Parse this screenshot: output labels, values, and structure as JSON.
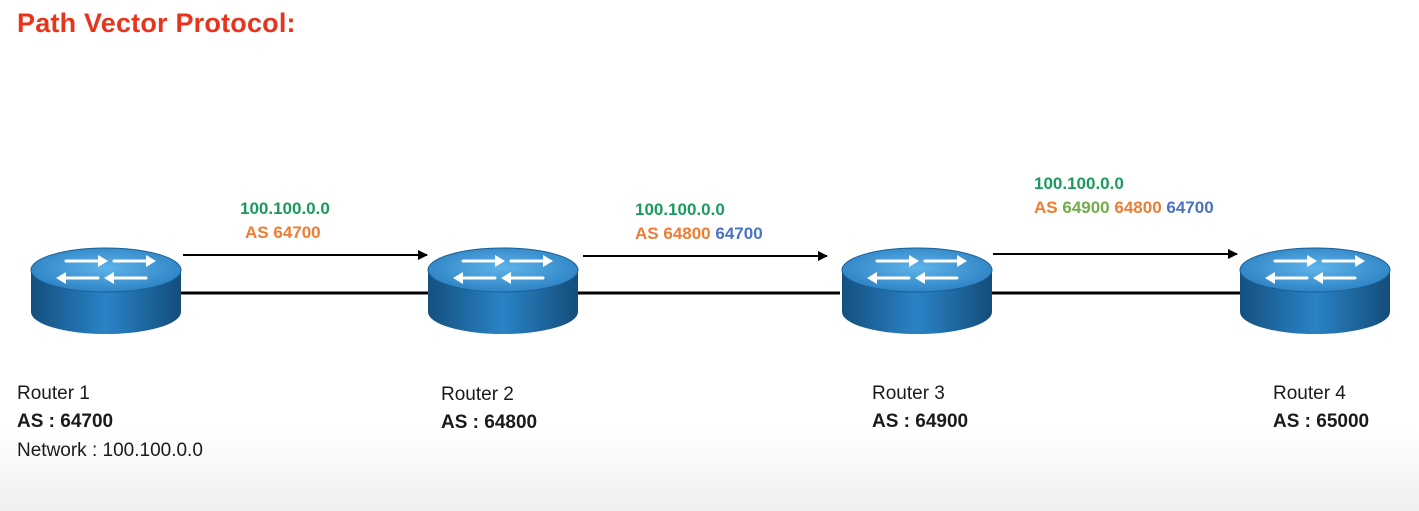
{
  "title": "Path Vector Protocol:",
  "colors": {
    "title": "#e8341c",
    "network": "#1a9b5d",
    "as_64700": "#ee7c31",
    "as_64800": "#4a72c2",
    "as_64900": "#70ad47",
    "as_65000": "#7030a0",
    "router_body": "#1b6fb0"
  },
  "routers": [
    {
      "name": "Router 1",
      "as_label": "AS : 64700",
      "network_label": "Network : 100.100.0.0"
    },
    {
      "name": "Router 2",
      "as_label": "AS : 64800"
    },
    {
      "name": "Router 3",
      "as_label": "AS : 64900"
    },
    {
      "name": "Router 4",
      "as_label": "AS : 65000"
    }
  ],
  "advertisements": [
    {
      "network": "100.100.0.0",
      "as_prefix": "AS",
      "as_path": [
        "64700"
      ]
    },
    {
      "network": "100.100.0.0",
      "as_prefix": "AS",
      "as_path": [
        "64800",
        "64700"
      ]
    },
    {
      "network": "100.100.0.0",
      "as_prefix": "AS",
      "as_path": [
        "64900",
        "64800",
        "64700"
      ]
    }
  ]
}
